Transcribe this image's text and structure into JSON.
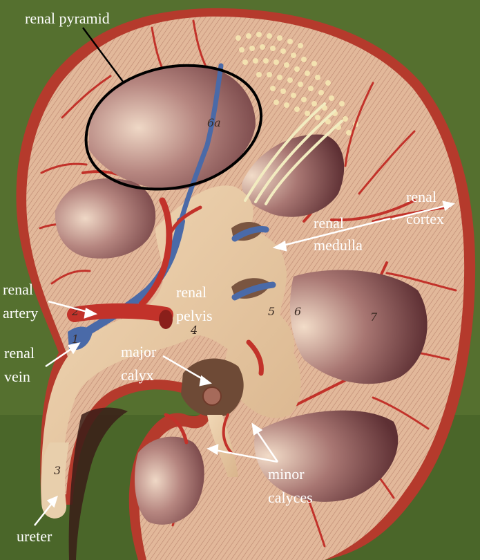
{
  "labels": {
    "renal_pyramid": [
      "renal pyramid"
    ],
    "renal_cortex": [
      "renal",
      "cortex"
    ],
    "renal_medulla": [
      "renal",
      "medulla"
    ],
    "renal_artery": [
      "renal",
      "artery"
    ],
    "renal_pelvis": [
      "renal",
      "pelvis"
    ],
    "renal_vein": [
      "renal",
      "vein"
    ],
    "major_calyx": [
      "major",
      "calyx"
    ],
    "minor_calyces": [
      "minor",
      "calyces"
    ],
    "ureter": [
      "ureter"
    ]
  },
  "model_markings": [
    "6a",
    "5",
    "6",
    "7",
    "4",
    "3",
    "1",
    "2"
  ],
  "colors": {
    "background": "#4f6a2c",
    "capsule": "#b53a2c",
    "cortex": "#e2b89a",
    "pyramid": "#8c5a5a",
    "pelvis": "#e6c7a2",
    "artery": "#c2322a",
    "vein": "#4a6aa8",
    "label_text": "#ffffff"
  }
}
